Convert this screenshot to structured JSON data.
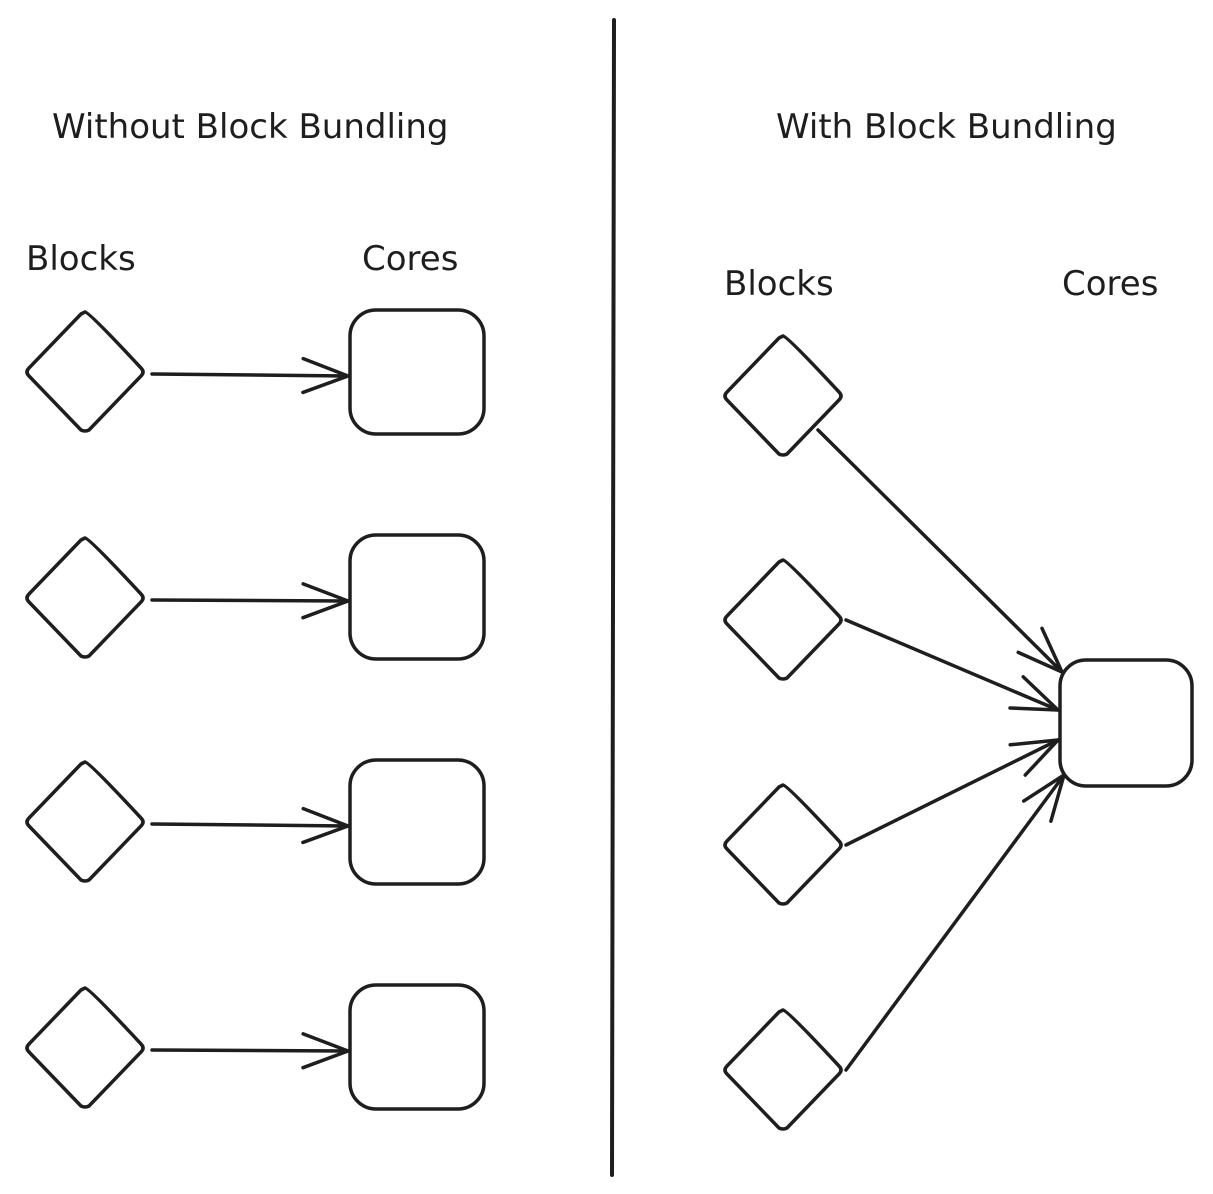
{
  "left_panel": {
    "title": "Without Block Bundling",
    "blocks_label": "Blocks",
    "cores_label": "Cores",
    "block_count": 4,
    "core_count": 4,
    "connections": [
      [
        0,
        0
      ],
      [
        1,
        1
      ],
      [
        2,
        2
      ],
      [
        3,
        3
      ]
    ]
  },
  "right_panel": {
    "title": "With Block Bundling",
    "blocks_label": "Blocks",
    "cores_label": "Cores",
    "block_count": 4,
    "core_count": 1,
    "connections": [
      [
        0,
        0
      ],
      [
        1,
        0
      ],
      [
        2,
        0
      ],
      [
        3,
        0
      ]
    ]
  },
  "colors": {
    "stroke": "#1e1e1e",
    "background": "#ffffff"
  }
}
